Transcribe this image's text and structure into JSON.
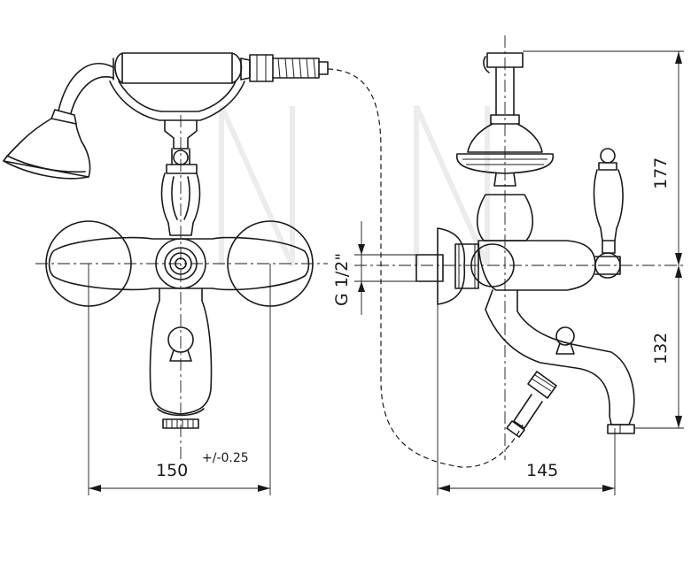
{
  "dimensions": {
    "width_front": "150",
    "tolerance": "+/-0.25",
    "thread": "G 1/2\"",
    "height_top": "177",
    "height_bottom": "132",
    "depth": "145"
  }
}
